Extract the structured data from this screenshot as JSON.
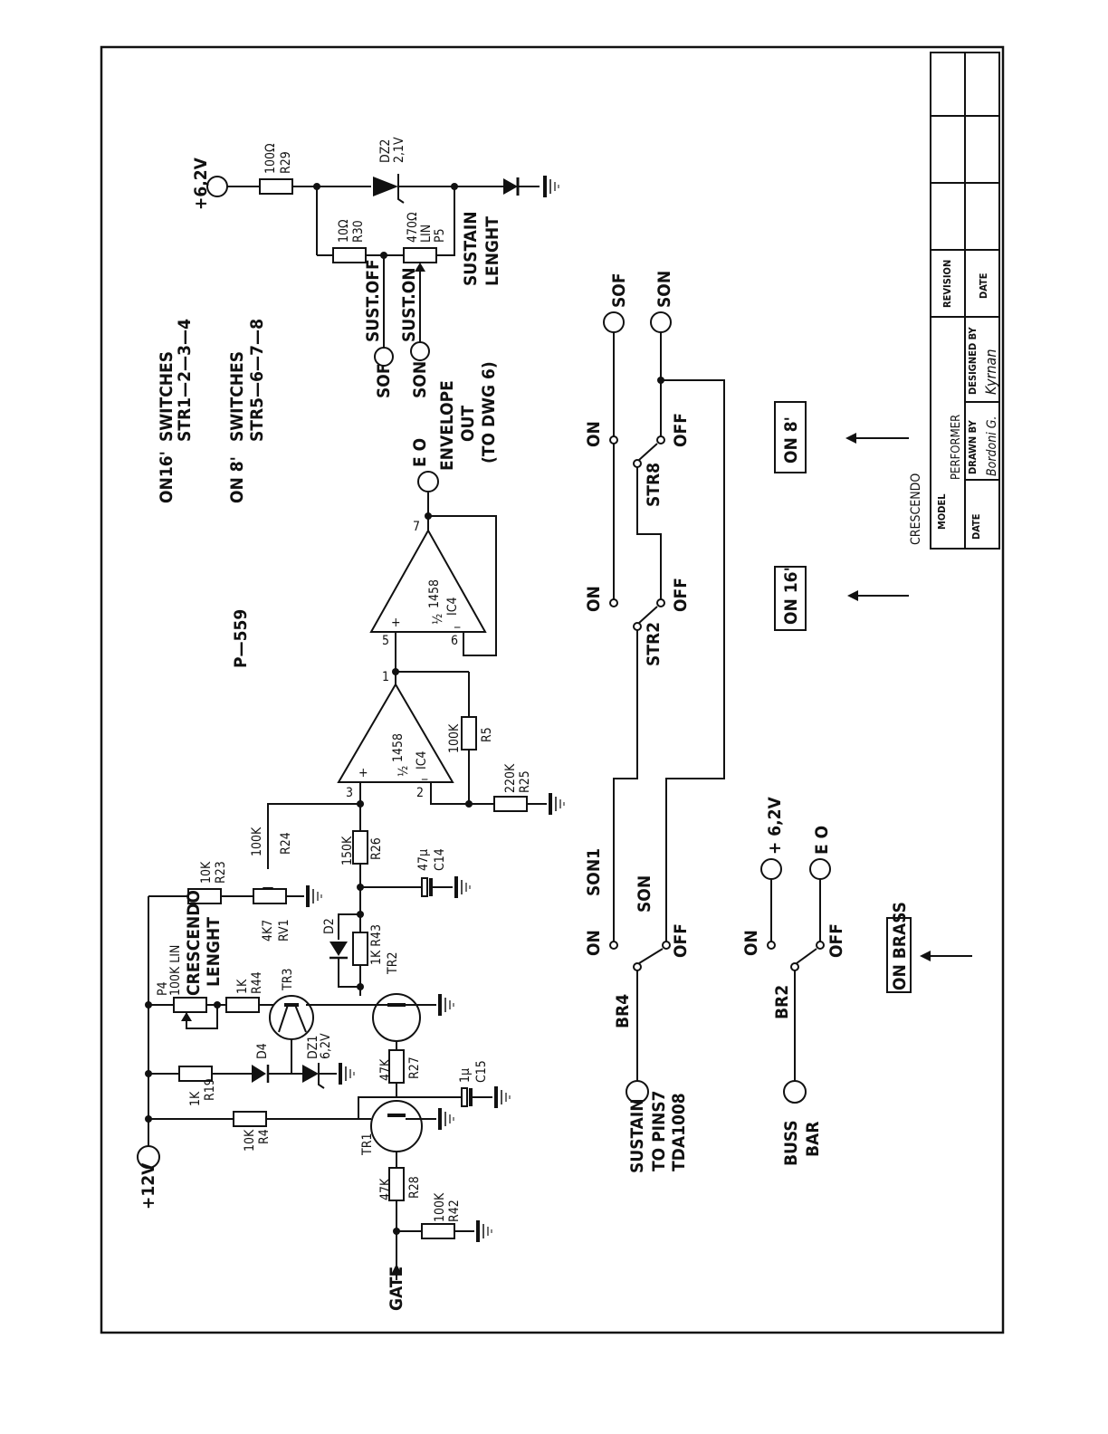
{
  "sheet": {
    "p_number": "P—559",
    "on16_label": "ON16'",
    "on16_switches": "SWITCHES",
    "on16_list": "STR1—2—3—4",
    "on8_label": "ON 8'",
    "on8_switches": "SWITCHES",
    "on8_list": "STR5—6—7—8"
  },
  "supply": {
    "v62": "+6,2V",
    "v12": "+12V",
    "gate": "GATE"
  },
  "parts": {
    "r29_val": "100Ω",
    "r29": "R29",
    "dz2": "DZ2",
    "dz2_val": "2,1V",
    "r30_val": "10Ω",
    "r30": "R30",
    "p5_val": "470Ω",
    "p5_lin": "LIN",
    "p5": "P5",
    "sustain_length_1": "SUSTAIN",
    "sustain_length_2": "LENGHT",
    "sust_off": "SUST.OFF",
    "sust_on": "SUST.ON",
    "sof": "SOF",
    "son": "SON",
    "eo": "E O",
    "envelope_1": "ENVELOPE",
    "envelope_2": "OUT",
    "envelope_3": "(TO DWG 6)",
    "ic4_a": "1458",
    "ic4_half": "½",
    "ic4": "IC4",
    "pin1": "1",
    "pin2": "2",
    "pin3": "3",
    "pin5": "5",
    "pin6": "6",
    "pin7": "7",
    "r5_val": "100K",
    "r5": "R5",
    "r25_val": "220K",
    "r25": "R25",
    "r24_val": "100K",
    "r24": "R24",
    "r26_val": "150K",
    "r26": "R26",
    "c14_val": "47µ",
    "c14": "C14",
    "r23_val": "10K",
    "r23": "R23",
    "rv1_val": "4K7",
    "rv1": "RV1",
    "d2": "D2",
    "r43": "1K R43",
    "p4": "P4",
    "p4_val": "100K LIN",
    "crescendo_1": "CRESCENDO",
    "crescendo_2": "LENGHT",
    "r44_val": "1K",
    "r44": "R44",
    "tr3": "TR3",
    "tr2": "TR2",
    "tr1": "TR1",
    "dz1": "DZ1",
    "dz1_val": "6,2V",
    "d4": "D4",
    "r19_val": "1K",
    "r19": "R19",
    "r27_val": "47K",
    "r27": "R27",
    "c15_val": "1µ",
    "c15": "C15",
    "r4_val": "10K",
    "r4": "R4",
    "r28_val": "47K",
    "r28": "R28",
    "r42_val": "100K",
    "r42": "R42"
  },
  "switches": {
    "on": "ON",
    "off": "OFF",
    "str2": "STR2",
    "str8": "STR8",
    "br4": "BR4",
    "br2": "BR2",
    "son1": "SON1",
    "son": "SON",
    "sof": "SOF",
    "sustain_1": "SUSTAIN",
    "sustain_2": "TO PINS7",
    "sustain_3": "TDA1008",
    "buss_1": "BUSS",
    "buss_2": "BAR",
    "v62": "+ 6,2V",
    "eo": "E O",
    "on8": "ON  8'",
    "on16": "ON  16'",
    "on_brass": "ON BRASS",
    "crescendo": "CRESCENDO"
  },
  "title_block": {
    "model_label": "MODEL",
    "model_value": "PERFORMER",
    "date_label": "DATE",
    "drawn_by_label": "DRAWN BY",
    "drawn_by_sig": "Bordoni G.",
    "designed_by_label": "DESIGNED BY",
    "designed_by_sig": "Kyrnan",
    "revision_label": "REVISION",
    "date2_label": "DATE"
  }
}
